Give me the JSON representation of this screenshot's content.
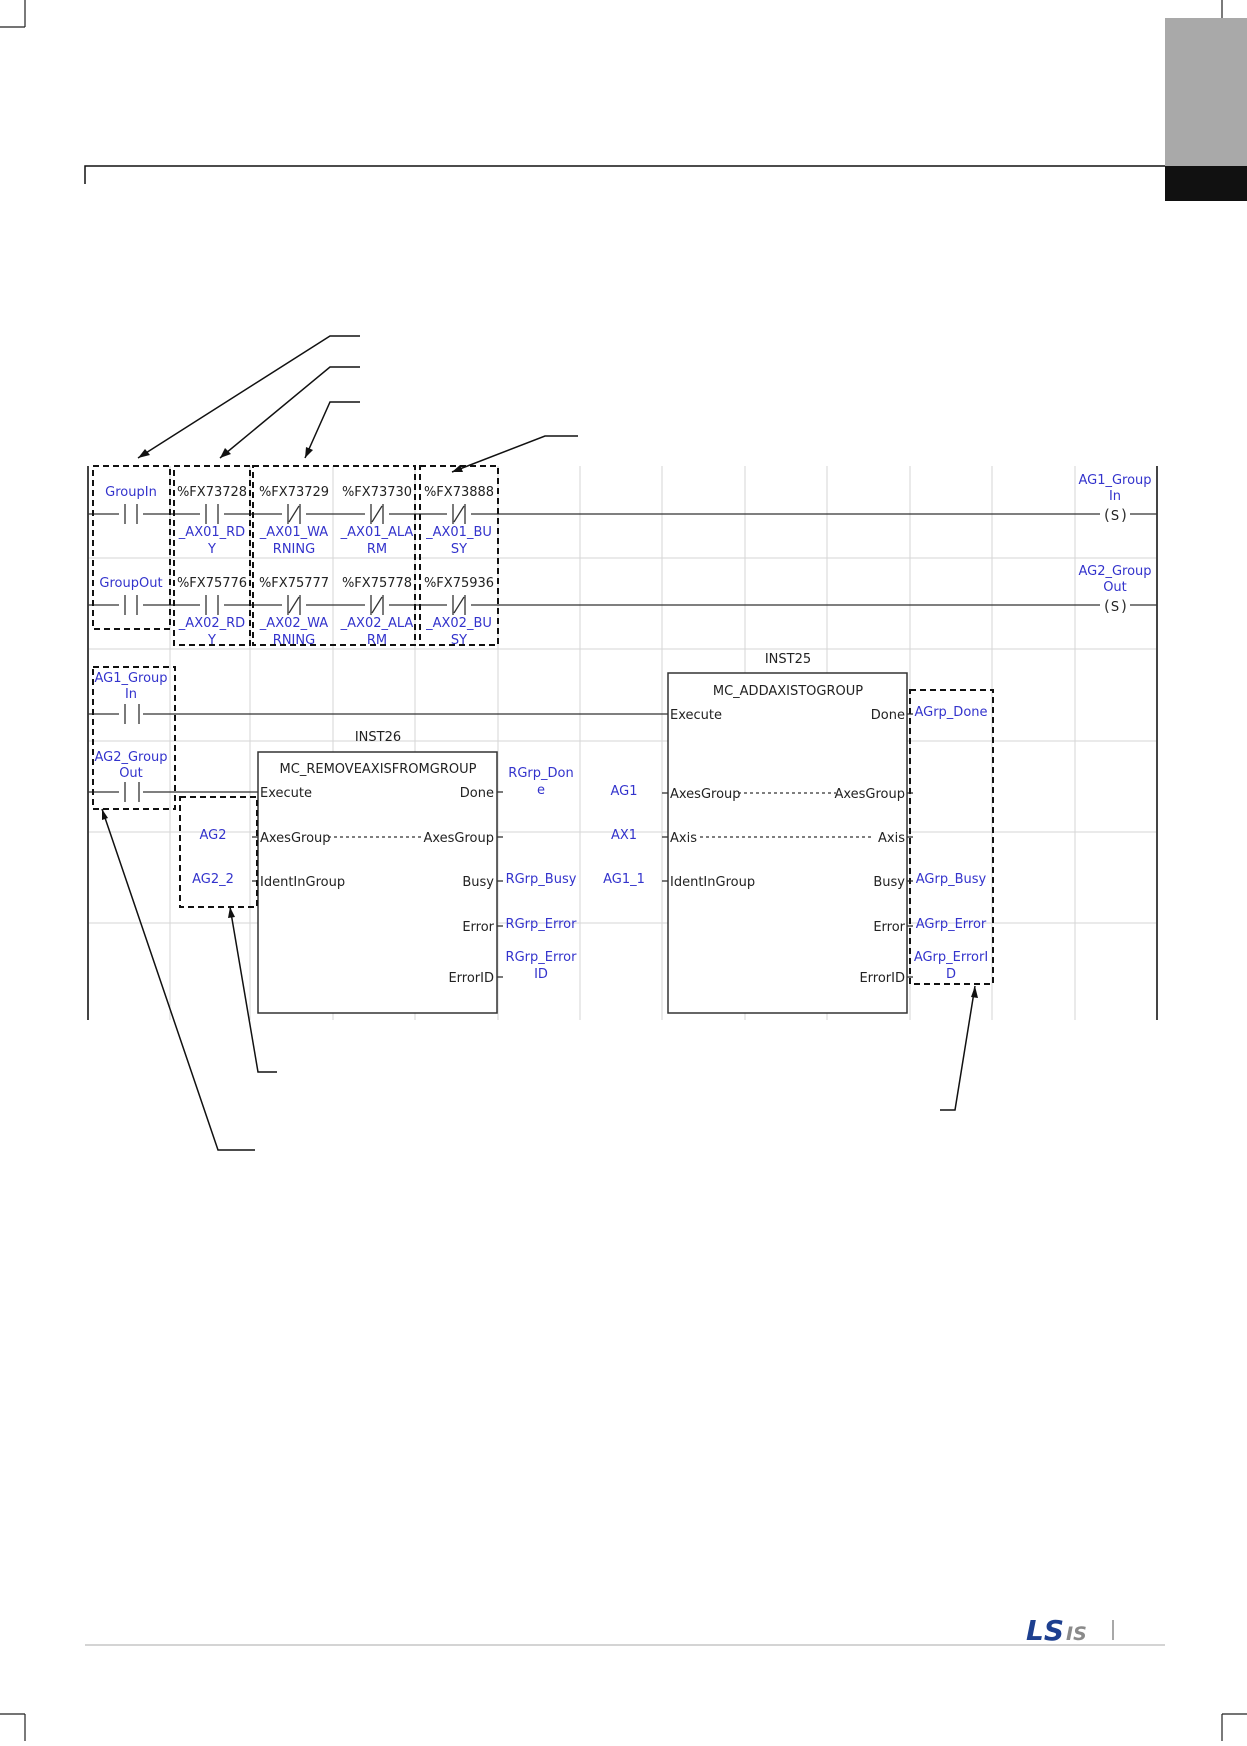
{
  "logo": {
    "text": "LS",
    "suffix": "IS",
    "color": "#1d3f8f"
  },
  "colors": {
    "variable": "#3333cc",
    "wire": "#333333",
    "grid": "#d6d6d6",
    "tab_dark": "#111111",
    "tab_light": "#a9a9a9"
  },
  "rung1": {
    "contacts": [
      {
        "addr": "GroupIn",
        "type": "NO",
        "sym1": "",
        "sym2": ""
      },
      {
        "addr": "%FX73728",
        "type": "NO",
        "sym1": "_AX01_RD",
        "sym2": "Y"
      },
      {
        "addr": "%FX73729",
        "type": "NC",
        "sym1": "_AX01_WA",
        "sym2": "RNING"
      },
      {
        "addr": "%FX73730",
        "type": "NC",
        "sym1": "_AX01_ALA",
        "sym2": "RM"
      },
      {
        "addr": "%FX73888",
        "type": "NC",
        "sym1": "_AX01_BU",
        "sym2": "SY"
      }
    ],
    "coil_line1": "AG1_Group",
    "coil_line2": "In",
    "coil_symbol": "S"
  },
  "rung2": {
    "contacts": [
      {
        "addr": "GroupOut",
        "type": "NO",
        "sym1": "",
        "sym2": ""
      },
      {
        "addr": "%FX75776",
        "type": "NO",
        "sym1": "_AX02_RD",
        "sym2": "Y"
      },
      {
        "addr": "%FX75777",
        "type": "NC",
        "sym1": "_AX02_WA",
        "sym2": "RNING"
      },
      {
        "addr": "%FX75778",
        "type": "NC",
        "sym1": "_AX02_ALA",
        "sym2": "RM"
      },
      {
        "addr": "%FX75936",
        "type": "NC",
        "sym1": "_AX02_BU",
        "sym2": "SY"
      }
    ],
    "coil_line1": "AG2_Group",
    "coil_line2": "Out",
    "coil_symbol": "S"
  },
  "rung3": {
    "contact1_line1": "AG1_Group",
    "contact1_line2": "In",
    "contact2_line1": "AG2_Group",
    "contact2_line2": "Out"
  },
  "inst26": {
    "instance": "INST26",
    "name": "MC_REMOVEAXISFROMGROUP",
    "pins_left": [
      "Execute",
      "AxesGroup",
      "IdentInGroup"
    ],
    "pins_right": [
      "Done",
      "AxesGroup",
      "Busy",
      "Error",
      "ErrorID"
    ],
    "in_axesgroup": "AG2",
    "in_ident": "AG2_2",
    "out_done_1": "RGrp_Don",
    "out_done_2": "e",
    "out_busy": "RGrp_Busy",
    "out_error": "RGrp_Error",
    "out_errorid_1": "RGrp_Error",
    "out_errorid_2": "ID"
  },
  "inst25": {
    "instance": "INST25",
    "name": "MC_ADDAXISTOGROUP",
    "pins_left": [
      "Execute",
      "AxesGroup",
      "Axis",
      "IdentInGroup"
    ],
    "pins_right": [
      "Done",
      "AxesGroup",
      "Axis",
      "Busy",
      "Error",
      "ErrorID"
    ],
    "in_axesgroup": "AG1",
    "in_axis": "AX1",
    "in_ident": "AG1_1",
    "out_done": "AGrp_Done",
    "out_busy": "AGrp_Busy",
    "out_error": "AGrp_Error",
    "out_errorid_1": "AGrp_ErrorI",
    "out_errorid_2": "D"
  }
}
